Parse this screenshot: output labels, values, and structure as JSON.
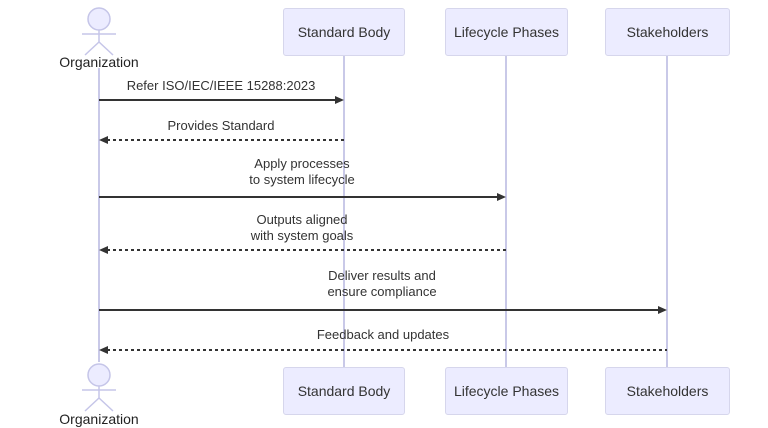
{
  "diagram": {
    "kind": "sequence-diagram",
    "participants": [
      {
        "label": "Organization",
        "type": "actor"
      },
      {
        "label": "Standard Body",
        "type": "participant"
      },
      {
        "label": "Lifecycle Phases",
        "type": "participant"
      },
      {
        "label": "Stakeholders",
        "type": "participant"
      }
    ],
    "messages": [
      {
        "from": "Organization",
        "to": "Standard Body",
        "style": "solid",
        "label": "Refer ISO/IEC/IEEE 15288:2023"
      },
      {
        "from": "Standard Body",
        "to": "Organization",
        "style": "dashed",
        "label": "Provides Standard"
      },
      {
        "from": "Organization",
        "to": "Lifecycle Phases",
        "style": "solid",
        "label": "Apply processes\nto system lifecycle"
      },
      {
        "from": "Lifecycle Phases",
        "to": "Organization",
        "style": "dashed",
        "label": "Outputs aligned\nwith system goals"
      },
      {
        "from": "Organization",
        "to": "Stakeholders",
        "style": "solid",
        "label": "Deliver results and\nensure compliance"
      },
      {
        "from": "Stakeholders",
        "to": "Organization",
        "style": "dashed",
        "label": "Feedback and updates"
      }
    ],
    "colors": {
      "participant_fill": "#ECECFF",
      "participant_border": "#D6D6EC",
      "lifeline": "#C9C9E8",
      "actor_stroke": "#C5C5E8",
      "message_line": "#333333",
      "text": "#333333",
      "background": "#FFFFFF"
    }
  }
}
